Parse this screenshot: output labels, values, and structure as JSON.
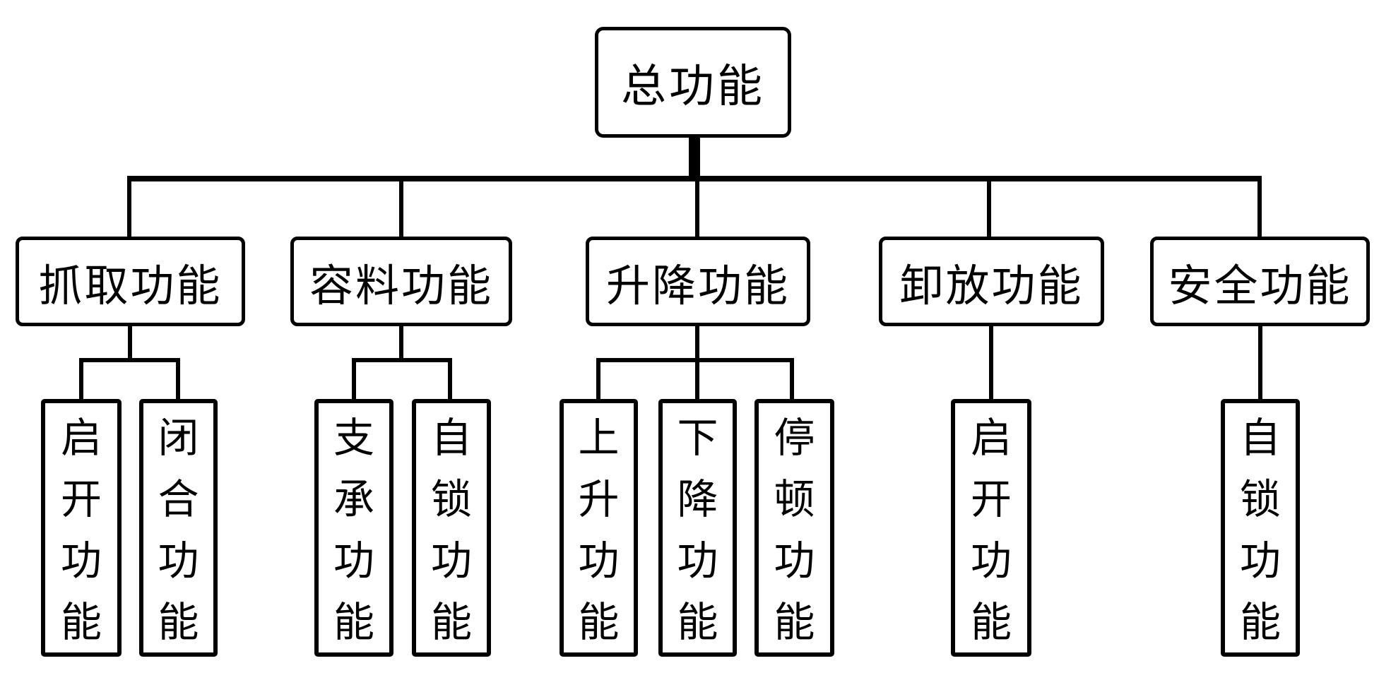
{
  "diagram": {
    "title": "function-tree",
    "colors": {
      "line": "#000000",
      "background": "#ffffff",
      "box_fill": "#ffffff",
      "text": "#000000"
    },
    "root": {
      "label": "总功能"
    },
    "branches": [
      {
        "label": "抓取功能",
        "children": [
          {
            "label": "启开功能"
          },
          {
            "label": "闭合功能"
          }
        ]
      },
      {
        "label": "容料功能",
        "children": [
          {
            "label": "支承功能"
          },
          {
            "label": "自锁功能"
          }
        ]
      },
      {
        "label": "升降功能",
        "children": [
          {
            "label": "上升功能"
          },
          {
            "label": "下降功能"
          },
          {
            "label": "停顿功能"
          }
        ]
      },
      {
        "label": "卸放功能",
        "children": [
          {
            "label": "启开功能"
          }
        ]
      },
      {
        "label": "安全功能",
        "children": [
          {
            "label": "自锁功能"
          }
        ]
      }
    ]
  }
}
